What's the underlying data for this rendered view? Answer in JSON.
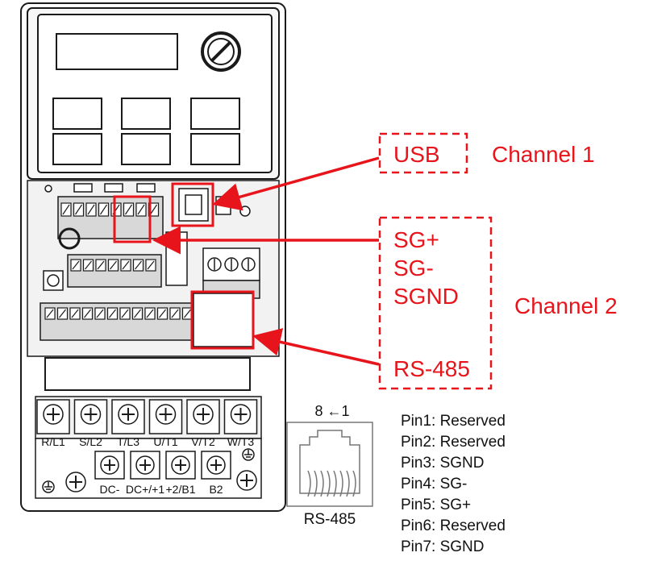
{
  "callouts": {
    "usb": "USB",
    "channel1": "Channel 1",
    "sg_plus": "SG+",
    "sg_minus": "SG-",
    "sgnd": "SGND",
    "channel2": "Channel 2",
    "rs485_callout": "RS-485"
  },
  "power_terminals": {
    "top": [
      "R/L1",
      "S/L2",
      "T/L3",
      "U/T1",
      "V/T2",
      "W/T3"
    ],
    "bottom": [
      "DC-",
      "DC+/+1",
      "+2/B1",
      "B2"
    ]
  },
  "connector": {
    "pin_range": "8 ←1",
    "label": "RS-485"
  },
  "pins": [
    "Pin1: Reserved",
    "Pin2: Reserved",
    "Pin3: SGND",
    "Pin4: SG-",
    "Pin5: SG+",
    "Pin6: Reserved",
    "Pin7: SGND"
  ],
  "colors": {
    "accent": "#e8141b",
    "line": "#1a1a1a",
    "panel": "#f2f2f2",
    "terminal": "#7a7a7a"
  }
}
